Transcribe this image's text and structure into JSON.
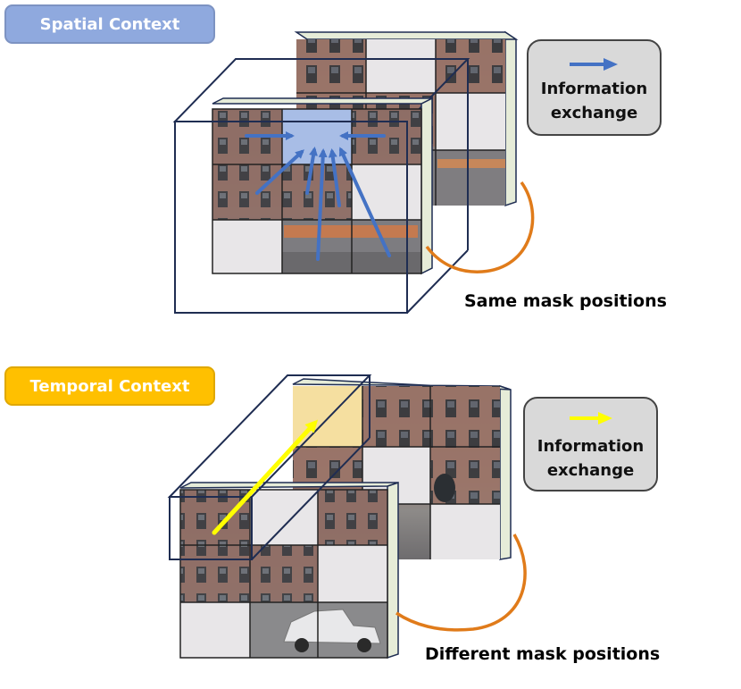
{
  "spatial": {
    "tag_label": "Spatial Context",
    "legend_line1": "Information",
    "legend_line2": "exchange",
    "caption": "Same mask positions",
    "arrow_color": "#4472c4",
    "tag_color": "#8fa9de"
  },
  "temporal": {
    "tag_label": "Temporal Context",
    "legend_line1": "Information",
    "legend_line2": "exchange",
    "caption": "Different mask positions",
    "arrow_color": "#ffff00",
    "tag_color": "#ffc000"
  },
  "colors": {
    "link_curve": "#e07b1a",
    "frame_edge": "#1f2d52",
    "side_face": "#e6ecd8",
    "mask_cell": "#e8e6e8",
    "highlight_blue": "#a8bde6",
    "highlight_yellow": "#f5dfa0"
  }
}
